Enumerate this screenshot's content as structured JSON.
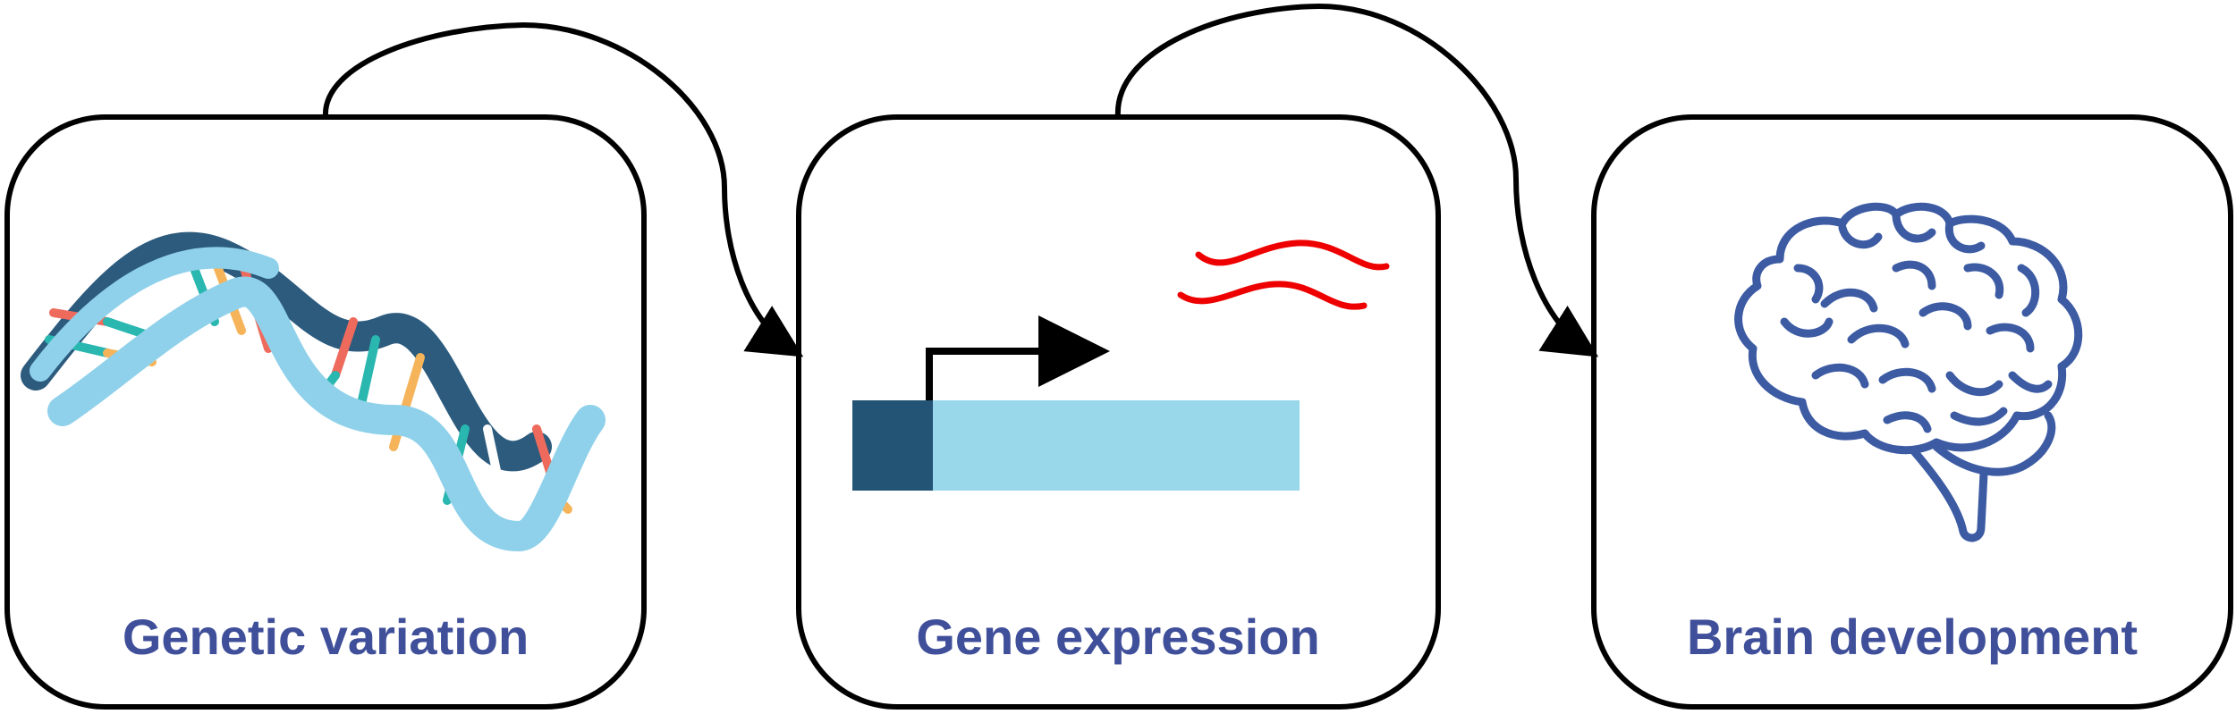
{
  "panels": [
    {
      "label": "Genetic variation",
      "icon": "dna-helix-icon"
    },
    {
      "label": "Gene expression",
      "icon": "gene-transcription-icon"
    },
    {
      "label": "Brain development",
      "icon": "brain-icon"
    }
  ],
  "colors": {
    "label": "#3f4f9a",
    "border": "#000000",
    "promoter": "#235375",
    "gene_body": "#98d8ea",
    "mrna": "#ee0000",
    "brain": "#3c5ba3",
    "dna_strand_light": "#8fd1ea",
    "dna_strand_dark": "#2c5b7d",
    "base_teal": "#29b7b0",
    "base_orange": "#f5b45a",
    "base_red": "#ee6a5c"
  }
}
